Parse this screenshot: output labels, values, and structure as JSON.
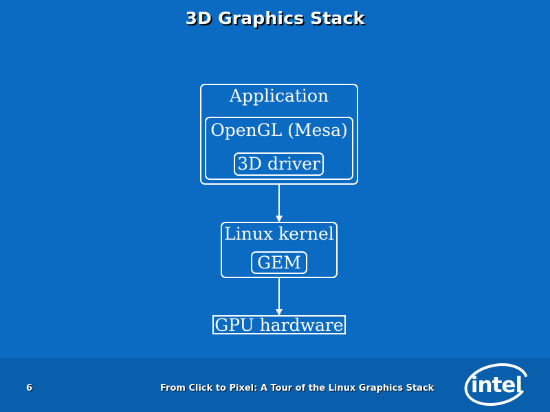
{
  "slide": {
    "title": "3D Graphics Stack",
    "page_number": "6",
    "footer_title": "From Click to Pixel: A Tour of the Linux Graphics Stack",
    "logo_text": "intel"
  },
  "diagram": {
    "nodes": {
      "application": "Application",
      "opengl": "OpenGL (Mesa)",
      "driver_3d": "3D driver",
      "linux_kernel": "Linux kernel",
      "gem": "GEM",
      "gpu_hardware": "GPU hardware"
    },
    "edges": [
      {
        "from": "Application",
        "to": "Linux kernel"
      },
      {
        "from": "Linux kernel",
        "to": "GPU hardware"
      }
    ]
  },
  "colors": {
    "background": "#0b6ac1",
    "footer_background": "#0a5fad",
    "foreground": "#ffffff"
  }
}
